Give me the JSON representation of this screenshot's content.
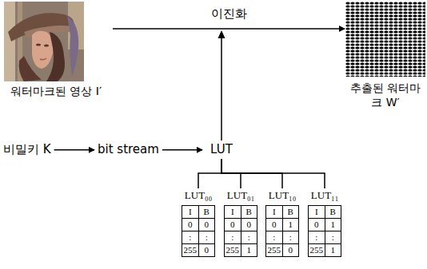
{
  "diagram": {
    "nodes": [
      {
        "text": [
          "워터마크된 영상 I′"
        ]
      },
      {
        "text": [
          "추출된 워터마크 W′"
        ]
      },
      {
        "text": [
          "비밀키 K"
        ]
      },
      {
        "text": [
          "bit stream"
        ]
      },
      {
        "text": [
          "LUT"
        ]
      },
      {
        "text": [
          "LUT₀₀"
        ]
      },
      {
        "text": [
          "LUT₀₁"
        ]
      },
      {
        "text": [
          "LUT₁₀"
        ]
      },
      {
        "text": [
          "LUT₁₁"
        ]
      }
    ],
    "edges": [
      {
        "from": 0,
        "to": 1,
        "arrow": "to",
        "label": "이진화"
      },
      {
        "from": 2,
        "to": 3,
        "arrow": "to"
      },
      {
        "from": 3,
        "to": 4,
        "arrow": "to"
      },
      {
        "from": 4,
        "to": 5,
        "arrow": "none"
      },
      {
        "from": 4,
        "to": 6,
        "arrow": "none"
      },
      {
        "from": 4,
        "to": 7,
        "arrow": "none"
      },
      {
        "from": 4,
        "to": 8,
        "arrow": "none"
      }
    ],
    "labels": [
      "I",
      "B",
      "0",
      "0",
      ":",
      ":",
      "255",
      "0",
      "I",
      "B",
      "0",
      "0",
      ":",
      ":",
      "255",
      "1",
      "I",
      "B",
      "0",
      "1",
      ":",
      ":",
      "255",
      "0",
      "I",
      "B",
      "0",
      "1",
      ":",
      ":",
      "255",
      "1"
    ]
  }
}
